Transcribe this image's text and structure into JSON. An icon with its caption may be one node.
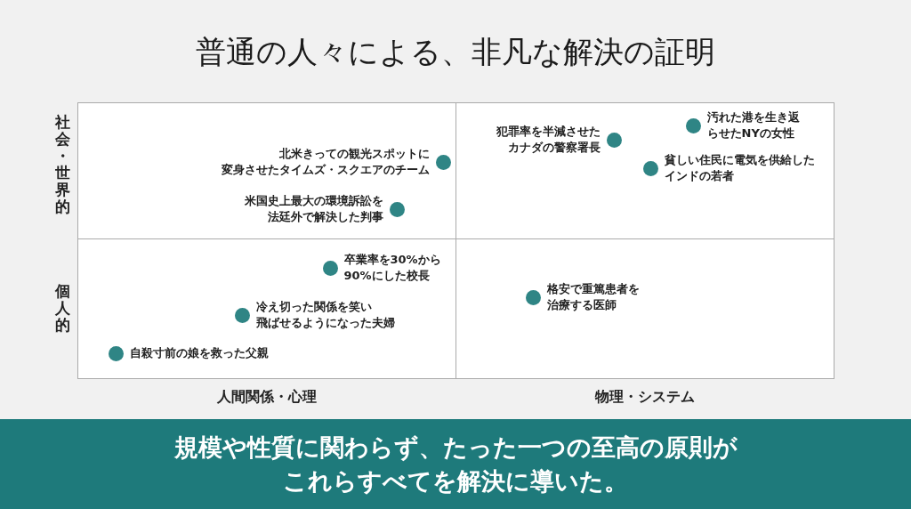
{
  "diagram": {
    "title": "普通の人々による、非凡な解決の証明",
    "nodes": [
      {
        "text": [],
        "shape": "circle",
        "beside": [
          "北米きっての観光スポットに変身させたタイムズ・スクエアのチーム"
        ]
      },
      {
        "text": [],
        "shape": "circle",
        "beside": [
          "米国史上最大の環境訴訟を法廷外で解決した判事"
        ]
      },
      {
        "text": [],
        "shape": "circle",
        "beside": [
          "汚れた港を生き返らせたNYの女性"
        ]
      },
      {
        "text": [],
        "shape": "circle",
        "beside": [
          "犯罪率を半減させたカナダの警察署長"
        ]
      },
      {
        "text": [],
        "shape": "circle",
        "beside": [
          "貧しい住民に電気を供給したインドの若者"
        ]
      },
      {
        "text": [],
        "shape": "circle",
        "beside": [
          "卒業率を30%から90%にした校長"
        ]
      },
      {
        "text": [],
        "shape": "circle",
        "beside": [
          "冷え切った関係を笑い飛ばせるようになった夫婦"
        ]
      },
      {
        "text": [],
        "shape": "circle",
        "beside": [
          "自殺寸前の娘を救った父親"
        ]
      },
      {
        "text": [],
        "shape": "circle",
        "beside": [
          "格安で重篤患者を治療する医師"
        ]
      },
      {
        "text": [
          "規模や性質に関わらず、たった一つの至高の原則がこれらすべてを解決に導いた。"
        ]
      }
    ],
    "labels": [
      "社会・世界的",
      "個人的",
      "人間関係・心理",
      "物理・システム"
    ]
  }
}
